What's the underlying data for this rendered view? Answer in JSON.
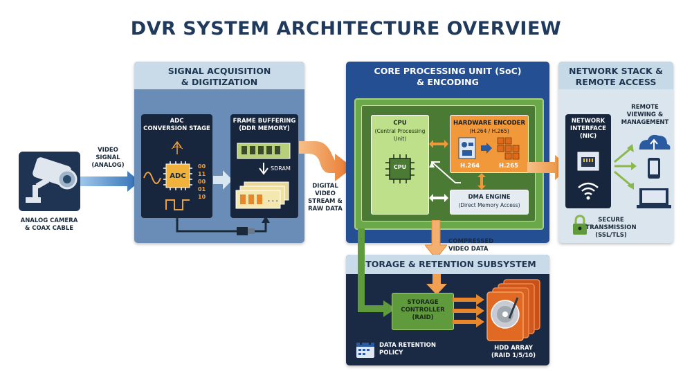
{
  "title": "DVR SYSTEM ARCHITECTURE OVERVIEW",
  "camera": {
    "label_line1": "ANALOG CAMERA",
    "label_line2": "& COAX CABLE",
    "icon": "cctv-camera-icon"
  },
  "video_signal": {
    "line1": "VIDEO",
    "line2": "SIGNAL",
    "line3": "(ANALOG)"
  },
  "acquisition": {
    "header_line1": "SIGNAL ACQUISITION",
    "header_line2": "& DIGITIZATION",
    "adc": {
      "title_line1": "ADC",
      "title_line2": "CONVERSION STAGE",
      "chip": "ADC",
      "bits": [
        "00",
        "11",
        "00",
        "01",
        "10"
      ]
    },
    "buffer": {
      "title_line1": "FRAME BUFFERING",
      "title_line2": "(DDR MEMORY)",
      "sdram": "SDRAM"
    }
  },
  "digital_stream": {
    "line1": "DIGITAL",
    "line2": "VIDEO",
    "line3": "STREAM &",
    "line4": "RAW DATA"
  },
  "core": {
    "header_line1": "CORE PROCESSING UNIT (SoC)",
    "header_line2": "& ENCODING",
    "cpu": {
      "title": "CPU",
      "subtitle_line1": "(Central Processing",
      "subtitle_line2": "Unit)",
      "chip": "CPU"
    },
    "encoder": {
      "title": "HARDWARE ENCODER",
      "subtitle": "(H.264 / H.265)",
      "left": "H.264",
      "right": "H.265"
    },
    "dma": {
      "title": "DMA ENGINE",
      "subtitle": "(Direct Memory Access)"
    }
  },
  "compressed": {
    "line1": "COMPRESSED",
    "line2": "VIDEO DATA"
  },
  "network": {
    "header_line1": "NETWORK STACK &",
    "header_line2": "REMOTE ACCESS",
    "nic": {
      "line1": "NETWORK",
      "line2": "INTERFACE",
      "line3": "(NIC)"
    },
    "remote": {
      "line1": "REMOTE",
      "line2": "VIEWING &",
      "line3": "MANAGEMENT"
    },
    "secure": {
      "line1": "SECURE",
      "line2": "TRANSMISSION",
      "line3": "(SSL/TLS)"
    }
  },
  "storage": {
    "header": "STORAGE & RETENTION SUBSYSTEM",
    "controller": {
      "line1": "STORAGE",
      "line2": "CONTROLLER",
      "line3": "(RAID)"
    },
    "retention": {
      "line1": "DATA RETENTION",
      "line2": "POLICY"
    },
    "hdd": {
      "line1": "HDD ARRAY",
      "line2": "(RAID 1/5/10)"
    }
  },
  "colors": {
    "navy": "#1f3a5c",
    "dark": "#17263c",
    "green": "#5f9a3c",
    "orange": "#e8862c",
    "blue": "#2a5aa0"
  }
}
